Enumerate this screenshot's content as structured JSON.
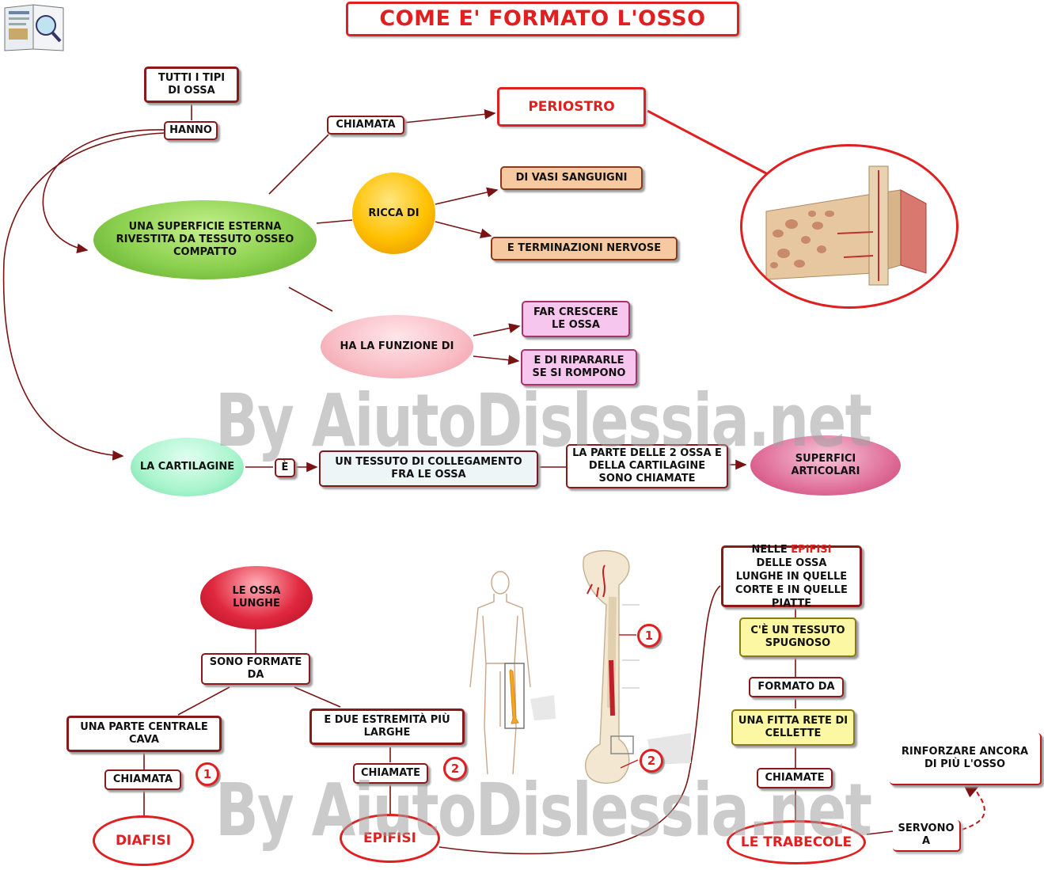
{
  "title": "COME E' FORMATO L'OSSO",
  "watermark": "By AiutoDislessia.net",
  "top": {
    "tutti_i_tipi": "TUTTI I TIPI DI OSSA",
    "hanno": "HANNO",
    "superficie": "UNA SUPERFICIE ESTERNA RIVESTITA DA TESSUTO OSSEO COMPATTO",
    "chiamata": "CHIAMATA",
    "periostro": "PERIOSTRO",
    "ricca_di": "RICCA DI",
    "vasi": "DI VASI SANGUIGNI",
    "terminazioni": "E TERMINAZIONI NERVOSE",
    "funzione": "HA LA FUNZIONE DI",
    "crescere": "FAR CRESCERE LE OSSA",
    "ripararle": "E DI RIPARARLE SE SI ROMPONO",
    "cartilagine": "LA CARTILAGINE",
    "e_verb": "È",
    "tessuto_collegamento": "UN TESSUTO DI COLLEGAMENTO FRA LE OSSA",
    "parte_2_ossa": "LA PARTE DELLE 2 OSSA E DELLA CARTILAGINE SONO CHIAMATE",
    "superfici": "SUPERFICI ARTICOLARI"
  },
  "bottom": {
    "ossa_lunghe": "LE OSSA LUNGHE",
    "formate_da": "SONO FORMATE DA",
    "parte_centrale": "UNA PARTE CENTRALE CAVA",
    "estremita": "E DUE ESTREMITÀ PIÙ LARGHE",
    "chiamata": "CHIAMATA",
    "chiamate": "CHIAMATE",
    "diafisi": "DIAFISI",
    "epifisi": "EPIFISI",
    "num1": "1",
    "num2": "2",
    "nelle_pre": "NELLE",
    "nelle_hl": "EPIFISI",
    "nelle_rest": "DELLE OSSA LUNGHE IN QUELLE CORTE E IN QUELLE PIATTE",
    "tessuto_spugnoso": "C'È UN TESSUTO SPUGNOSO",
    "formato_da": "FORMATO DA",
    "fitta_rete": "UNA FITTA RETE DI CELLETTE",
    "chiamate_trab": "CHIAMATE",
    "trabecole": "LE TRABECOLE",
    "servono": "SERVONO A",
    "rinforzare": "RINFORZARE ANCORA DI PIÙ L'OSSO"
  },
  "colors": {
    "accent_red": "#e02020",
    "dark_red": "#8a1a1a",
    "green": "#7cc242",
    "orange": "#f5a800",
    "pink": "#f9b8c0",
    "mint": "#9ff0c8",
    "magenta": "#d9487a",
    "crimson": "#c8102e"
  }
}
